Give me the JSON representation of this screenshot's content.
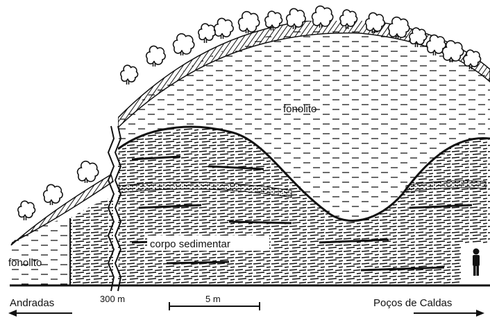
{
  "labels": {
    "phonolite_top": "fonolito",
    "phonolite_left": "fonolito",
    "sediment": "corpo sedimentar",
    "break_distance": "300 m",
    "scale": "5 m",
    "left_direction": "Andradas",
    "right_direction": "Poços de Caldas"
  },
  "figure_icon": "standing-person-icon",
  "colors": {
    "ink": "#111111",
    "paper": "#ffffff"
  }
}
